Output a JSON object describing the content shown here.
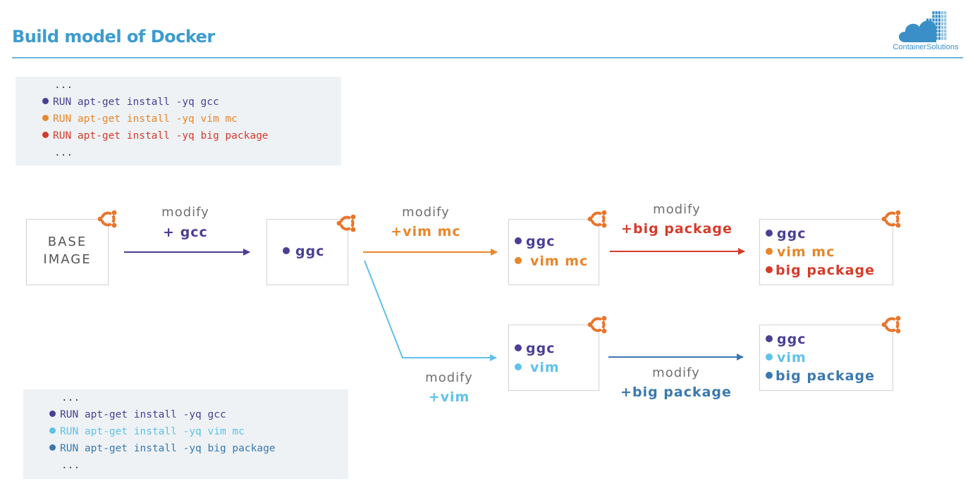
{
  "header": {
    "title": "Build model of Docker",
    "logo_text": "ContainerSolutions"
  },
  "colors": {
    "title": "#3c9ccf",
    "gcc": "#4a3f94",
    "vim_mc": "#e8862a",
    "big_package_red": "#d63b2a",
    "vim": "#5fc1ea",
    "big_package_blue": "#3a78b0",
    "ubuntu": "#e8752b"
  },
  "code_top": {
    "lines": [
      {
        "text": "...",
        "dot": false,
        "color": "#444444"
      },
      {
        "text": "RUN apt-get install -yq gcc",
        "dot": true,
        "color": "#4a3f94"
      },
      {
        "text": "RUN apt-get install -yq vim mc",
        "dot": true,
        "color": "#e8862a"
      },
      {
        "text": "RUN apt-get install -yq big package",
        "dot": true,
        "color": "#d63b2a"
      },
      {
        "text": "...",
        "dot": false,
        "color": "#444444"
      }
    ]
  },
  "code_bottom": {
    "lines": [
      {
        "text": "...",
        "dot": false,
        "color": "#444444"
      },
      {
        "text": "RUN apt-get install -yq gcc",
        "dot": true,
        "color": "#4a3f94"
      },
      {
        "text": "RUN apt-get install -yq vim mc",
        "dot": true,
        "color": "#5fc1ea"
      },
      {
        "text": "RUN apt-get install -yq big package",
        "dot": true,
        "color": "#3a78b0"
      },
      {
        "text": "...",
        "dot": false,
        "color": "#444444"
      }
    ]
  },
  "nodes": {
    "base": {
      "line1": "BASE",
      "line2": "IMAGE"
    },
    "gcc": {
      "item1": "ggc"
    },
    "vim_mc": {
      "item1": "ggc",
      "item2": "vim mc"
    },
    "final_top": {
      "item1": "ggc",
      "item2": "vim mc",
      "item3": "big package"
    },
    "vim": {
      "item1": "ggc",
      "item2": "vim"
    },
    "final_bottom": {
      "item1": "ggc",
      "item2": "vim",
      "item3": "big package"
    }
  },
  "edges": {
    "e1": {
      "label": "modify",
      "change": "+ gcc"
    },
    "e2": {
      "label": "modify",
      "change": "+vim mc"
    },
    "e3": {
      "label": "modify",
      "change": "+big package"
    },
    "e4": {
      "label": "modify",
      "change": "+vim"
    },
    "e5": {
      "label": "modify",
      "change": "+big package"
    }
  }
}
